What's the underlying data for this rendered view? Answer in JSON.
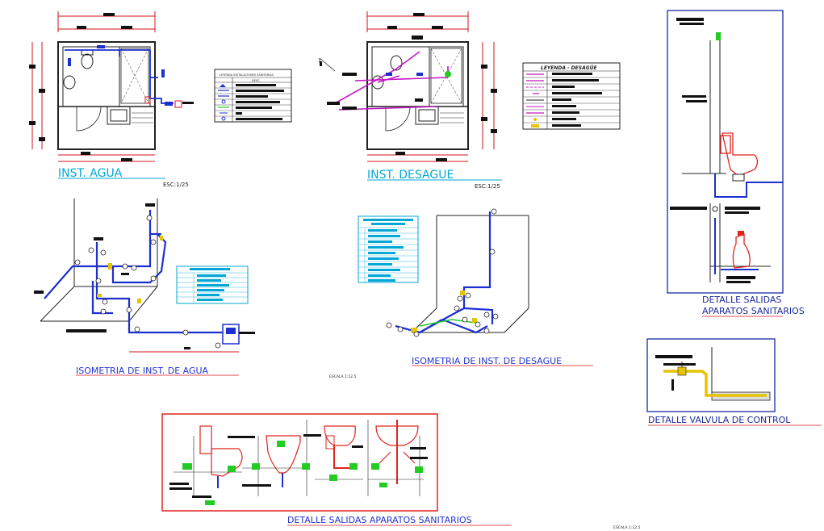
{
  "titles": {
    "inst_agua": "INST. AGUA",
    "inst_desague": "INST. DESAGUE",
    "esc_agua": "ESC:1/25",
    "esc_desague": "ESC:1/25",
    "iso_agua": "ISOMETRIA  DE  INST.  DE  AGUA",
    "iso_desague": "ISOMETRIA  DE  INST.  DE  DESAGUE",
    "escala_iso": "ESCALA 1:12.5",
    "detalle_salidas_1": "DETALLE  SALIDAS",
    "detalle_salidas_2": "APARATOS SANITARIOS",
    "detalle_valvula": "DETALLE  VALVULA  DE  CONTROL",
    "detalle_salidas_bottom": "DETALLE  SALIDAS  APARATOS  SANITARIOS",
    "escala_bottom": "ESCALA 1:12.5"
  },
  "legend_agua": {
    "title": "LEYENDA  INSTALACIONES  SANITARIAS",
    "header": "DESC.",
    "rows": 7
  },
  "legend_desague": {
    "title": "LEYENDA - DESAGÜE",
    "rows": 9
  },
  "colors": {
    "wall": "#222222",
    "dimension": "#d0161b",
    "water_pipe": "#1c2fd1",
    "drain_pipe": "#c218c2",
    "title_cyan": "#00a6d6",
    "fixture_red": "#e0241e",
    "fixture_green": "#22cc22",
    "highlight_yellow": "#e6c200",
    "frame_blue": "#1a2aa8"
  },
  "icons": [
    "toilet-icon",
    "sink-icon",
    "shower-icon",
    "valve-icon",
    "urinal-icon"
  ]
}
